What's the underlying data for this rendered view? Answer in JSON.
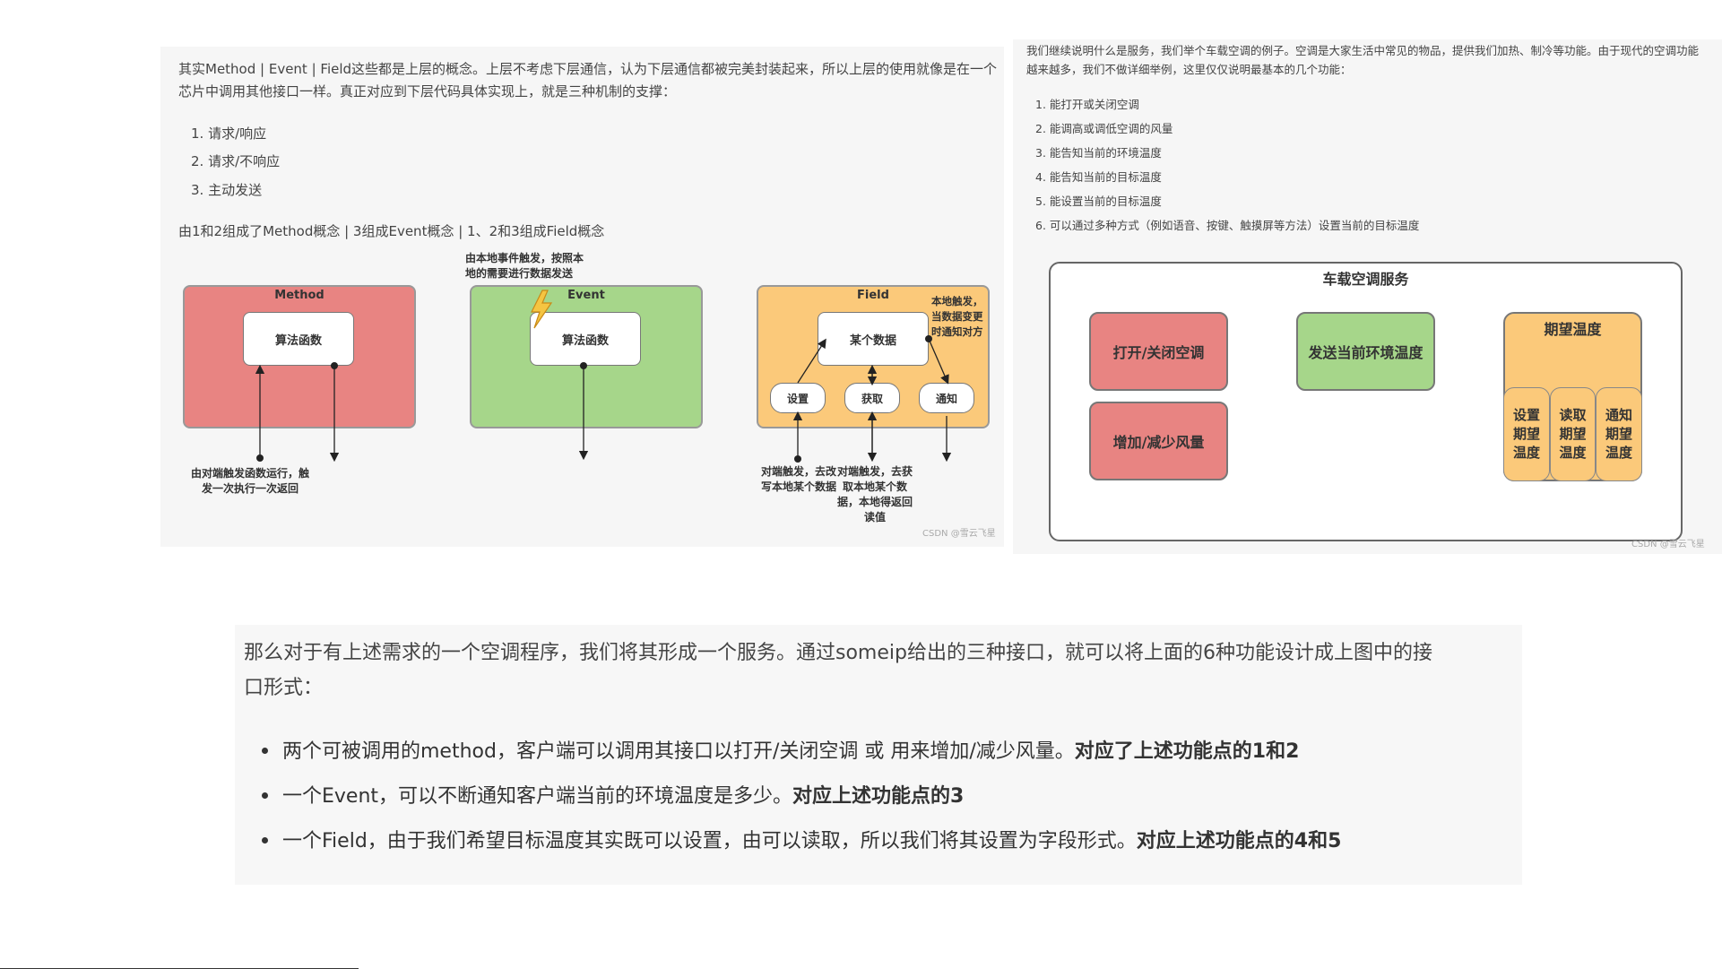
{
  "left_panel": {
    "intro_line1": "其实Method | Event | Field这些都是上层的概念。上层不考虑下层通信，认为下层通信都被完美封装起来，所以上层的使用就像是在一个",
    "intro_line2": "芯片中调用其他接口一样。真正对应到下层代码具体实现上，就是三种机制的支撑：",
    "mechanisms": [
      "1. 请求/响应",
      "2. 请求/不响应",
      "3. 主动发送"
    ],
    "summary": "由1和2组成了Method概念 | 3组成Event概念 | 1、2和3组成Field概念",
    "method": {
      "title": "Method",
      "inner": "算法函数",
      "caption": "由对端触发函数运行，触发一次执行一次返回",
      "color": "#e88482"
    },
    "event": {
      "title": "Event",
      "inner": "算法函数",
      "caption_top": "由本地事件触发，按照本地的需要进行数据发送",
      "color": "#a6d68a"
    },
    "field": {
      "title": "Field",
      "inner": "某个数据",
      "set": "设置",
      "get": "获取",
      "notify": "通知",
      "side_caption": "本地触发，当数据变更时通知对方",
      "caption_set": "对端触发，去改写本地某个数据",
      "caption_get": "对端触发，去获取本地某个数据，本地得返回读值",
      "color": "#fbc97a"
    },
    "watermark": "CSDN @雪云飞星"
  },
  "right_panel": {
    "intro_line1": "我们继续说明什么是服务，我们举个车载空调的例子。空调是大家生活中常见的物品，提供我们加热、制冷等功能。由于现代的空调功能",
    "intro_line2": "越来越多，我们不做详细举例，这里仅仅说明最基本的几个功能：",
    "functions": [
      "1. 能打开或关闭空调",
      "2. 能调高或调低空调的风量",
      "3. 能告知当前的环境温度",
      "4. 能告知当前的目标温度",
      "5. 能设置当前的目标温度",
      "6. 可以通过多种方式（例如语音、按键、触摸屏等方法）设置当前的目标温度"
    ],
    "service": {
      "title": "车载空调服务",
      "on_off": "打开/关闭空调",
      "fan": "增加/减少风量",
      "send_temp": "发送当前环境温度",
      "expected": "期望温度",
      "set_col": "设置期望温度",
      "read_col": "读取期望温度",
      "notify_col": "通知期望温度"
    },
    "watermark": "CSDN @雪云飞星"
  },
  "bottom_panel": {
    "para_line1": "那么对于有上述需求的一个空调程序，我们将其形成一个服务。通过someip给出的三种接口，就可以将上面的6种功能设计成上图中的接",
    "para_line2": "口形式：",
    "bullets": [
      {
        "text": "两个可被调用的method，客户端可以调用其接口以打开/关闭空调 或 用来增加/减少风量。",
        "bold": "对应了上述功能点的1和2"
      },
      {
        "text": "一个Event，可以不断通知客户端当前的环境温度是多少。",
        "bold": "对应上述功能点的3"
      },
      {
        "text": "一个Field，由于我们希望目标温度其实既可以设置，由可以读取，所以我们将其设置为字段形式。",
        "bold": "对应上述功能点的4和5"
      }
    ]
  }
}
